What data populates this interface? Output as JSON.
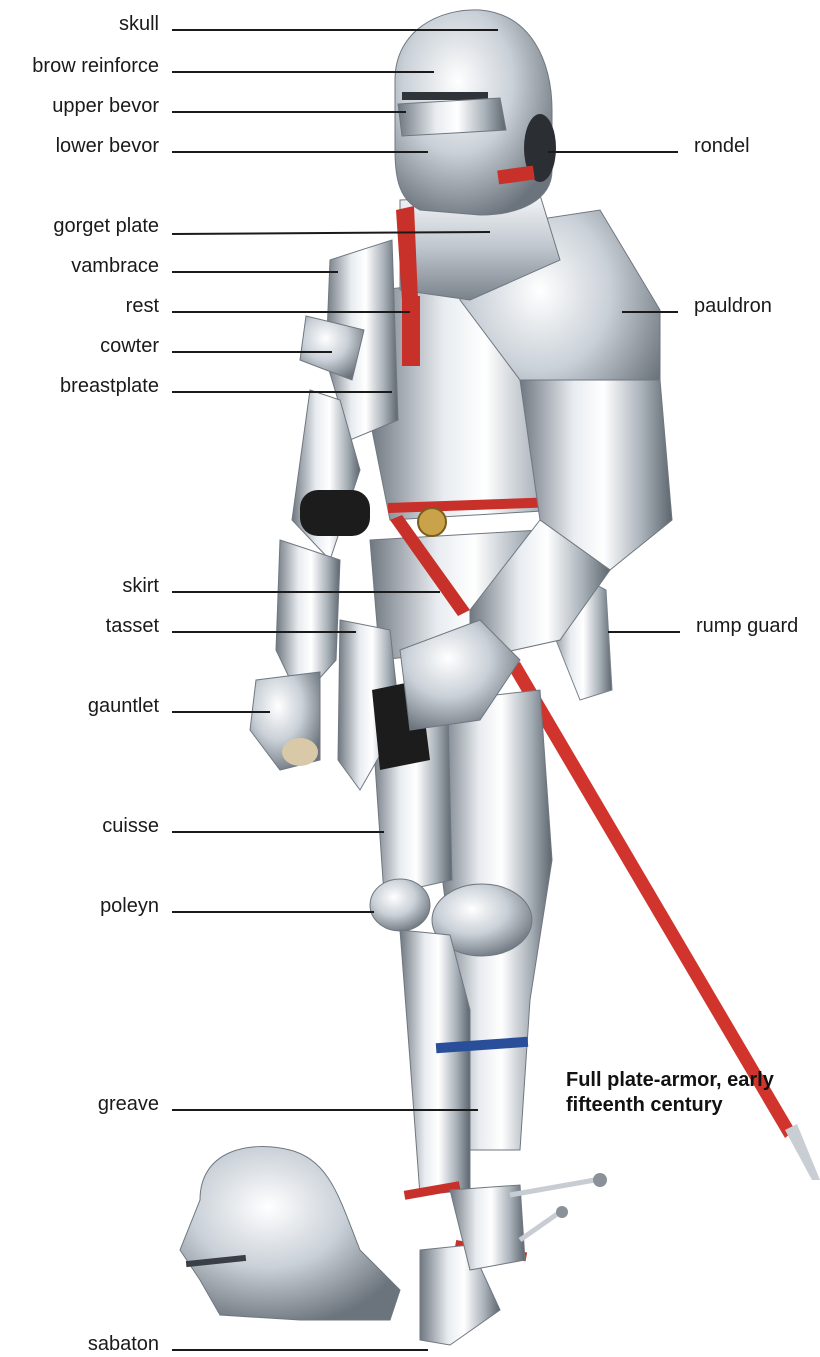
{
  "title_caption": {
    "line1": "Full plate-armor, early",
    "line2": "fifteenth century"
  },
  "labels": {
    "skull": "skull",
    "brow_reinforce": "brow reinforce",
    "upper_bevor": "upper bevor",
    "lower_bevor": "lower bevor",
    "gorget_plate": "gorget plate",
    "vambrace": "vambrace",
    "rest": "rest",
    "cowter": "cowter",
    "breastplate": "breastplate",
    "skirt": "skirt",
    "tasset": "tasset",
    "gauntlet": "gauntlet",
    "cuisse": "cuisse",
    "poleyn": "poleyn",
    "greave": "greave",
    "sabaton": "sabaton",
    "rondel": "rondel",
    "pauldron": "pauldron",
    "rump_guard": "rump guard"
  },
  "colors": {
    "steel_light": "#eef1f4",
    "steel_mid": "#b9c0c8",
    "steel_dark": "#5f6770",
    "strap_red": "#c8302a",
    "scabbard_red": "#d0342c",
    "brass": "#c9a24a",
    "mail_black": "#1c1c1c",
    "leader_line": "#1a1a1a"
  }
}
